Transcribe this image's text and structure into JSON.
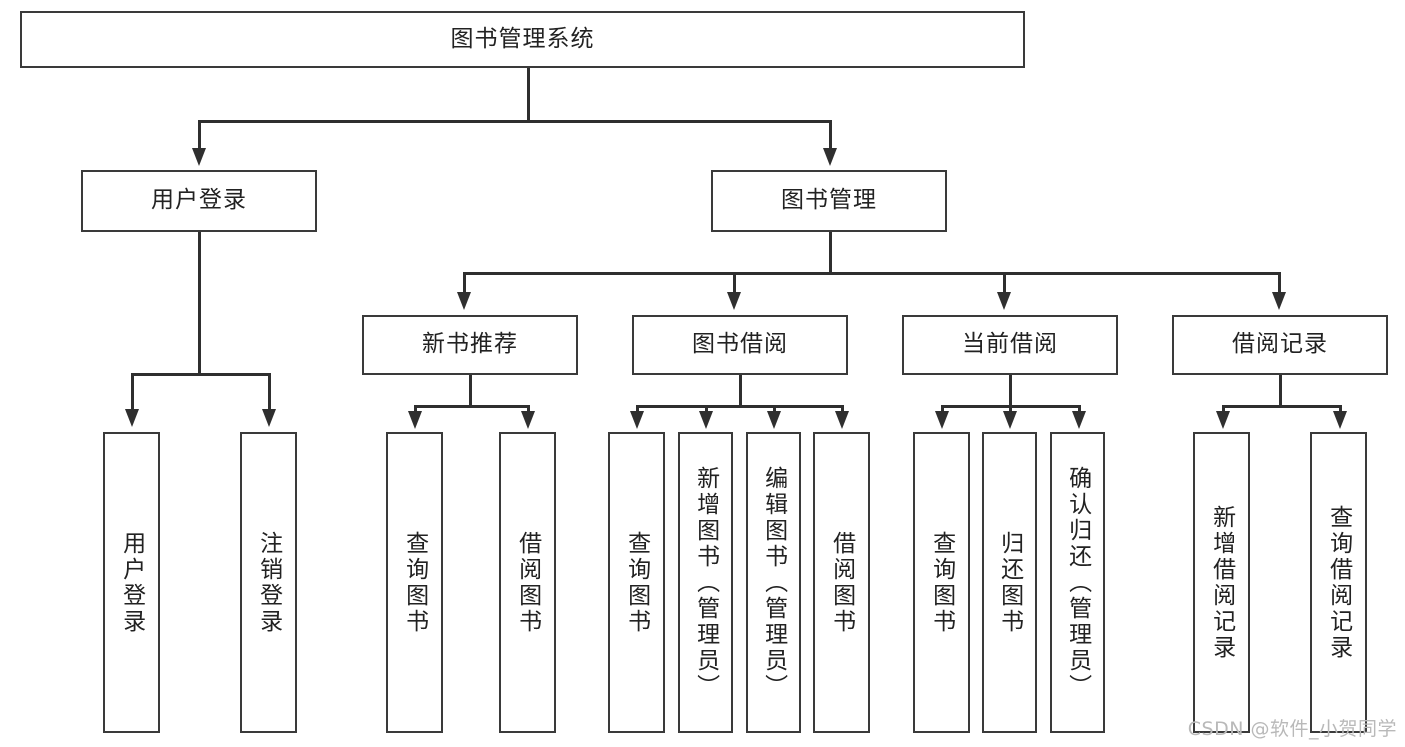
{
  "diagram": {
    "title": "图书管理系统",
    "watermark": "CSDN @软件_小贺同学",
    "colors": {
      "box_border": "#3a3a3a",
      "line": "#2f2f2f",
      "text": "#222222",
      "background": "#ffffff",
      "watermark": "#b9b9b9"
    },
    "levels": {
      "root": {
        "label": "图书管理系统"
      },
      "level2": [
        {
          "label": "用户登录"
        },
        {
          "label": "图书管理"
        }
      ],
      "level3": [
        {
          "label": "新书推荐"
        },
        {
          "label": "图书借阅"
        },
        {
          "label": "当前借阅"
        },
        {
          "label": "借阅记录"
        }
      ],
      "leaves": {
        "user_login": [
          {
            "label": "用户登录"
          },
          {
            "label": "注销登录"
          }
        ],
        "new_book_recommend": [
          {
            "label": "查询图书"
          },
          {
            "label": "借阅图书"
          }
        ],
        "book_borrow": [
          {
            "label": "查询图书"
          },
          {
            "label": "新增图书（管理员）"
          },
          {
            "label": "编辑图书（管理员）"
          },
          {
            "label": "借阅图书"
          }
        ],
        "current_borrow": [
          {
            "label": "查询图书"
          },
          {
            "label": "归还图书"
          },
          {
            "label": "确认归还（管理员）"
          }
        ],
        "borrow_records": [
          {
            "label": "新增借阅记录"
          },
          {
            "label": "查询借阅记录"
          }
        ]
      }
    }
  }
}
